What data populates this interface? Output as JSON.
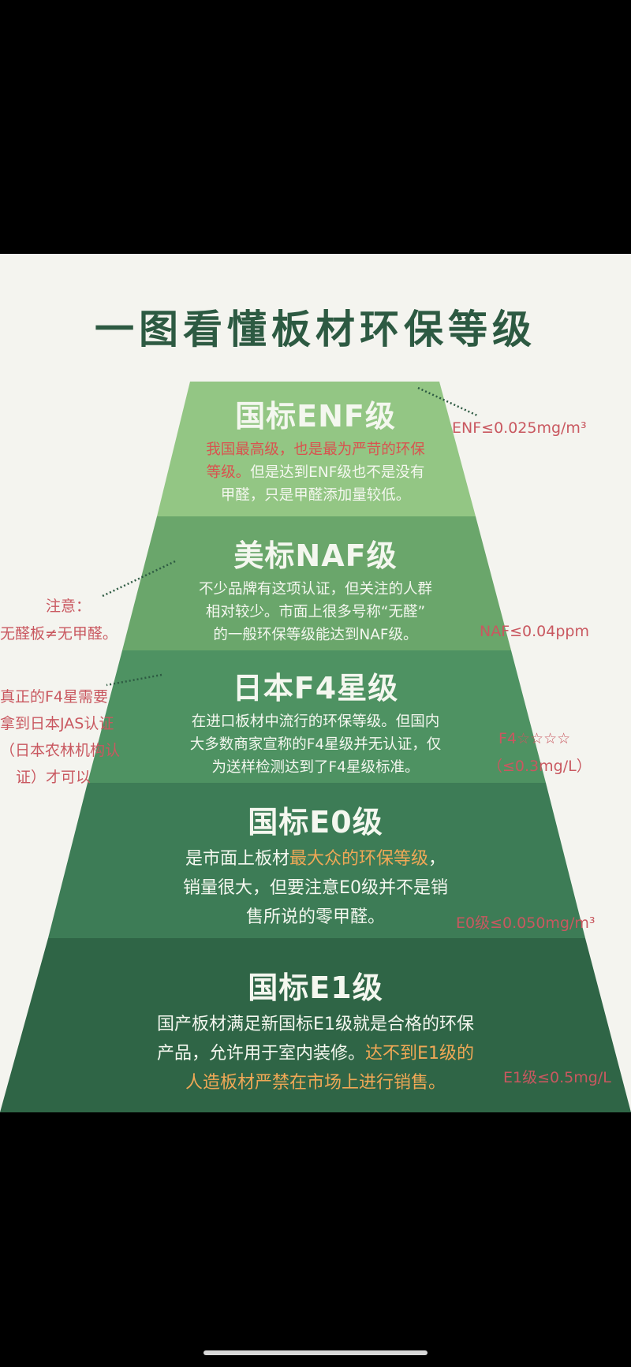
{
  "title": "一图看懂板材环保等级",
  "colors": {
    "enf": "#93c684",
    "naf": "#6aa66b",
    "f4": "#4e9262",
    "e0": "#3d7c56",
    "e1": "#2f6546",
    "accent_red": "#d9534f",
    "accent_orange": "#f0a856",
    "side_text": "#c95860"
  },
  "levels": [
    {
      "title": "国标ENF级",
      "lines": [
        [
          {
            "t": "我国最高级，也是最为严苛的环保",
            "c": "red"
          }
        ],
        [
          {
            "t": "等级。",
            "c": "red"
          },
          {
            "t": "但是达到ENF级也不是没有",
            "c": ""
          }
        ],
        [
          {
            "t": "甲醛，只是甲醛添加量较低。",
            "c": ""
          }
        ]
      ]
    },
    {
      "title": "美标NAF级",
      "lines": [
        [
          {
            "t": "不少品牌有这项认证，但关注的人群",
            "c": ""
          }
        ],
        [
          {
            "t": "相对较少。市面上很多号称“无醛”",
            "c": ""
          }
        ],
        [
          {
            "t": "的一般环保等级能达到NAF级。",
            "c": ""
          }
        ]
      ]
    },
    {
      "title": "日本F4星级",
      "lines": [
        [
          {
            "t": "在进口板材中流行的环保等级。但国内",
            "c": ""
          }
        ],
        [
          {
            "t": "大多数商家宣称的F4星级并无认证，仅",
            "c": ""
          }
        ],
        [
          {
            "t": "为送样检测达到了F4星级标准。",
            "c": ""
          }
        ]
      ]
    },
    {
      "title": "国标E0级",
      "lines": [
        [
          {
            "t": "是市面上板材",
            "c": ""
          },
          {
            "t": "最大众的环保等级",
            "c": "orange"
          },
          {
            "t": "，",
            "c": ""
          }
        ],
        [
          {
            "t": "销量很大，但要注意E0级并不是销",
            "c": ""
          }
        ],
        [
          {
            "t": "售所说的零甲醛。",
            "c": ""
          }
        ]
      ]
    },
    {
      "title": "国标E1级",
      "lines": [
        [
          {
            "t": "国产板材满足新国标E1级就是合格的环保",
            "c": ""
          }
        ],
        [
          {
            "t": "产品，允许用于室内装修。",
            "c": ""
          },
          {
            "t": "达不到E1级的",
            "c": "orange"
          }
        ],
        [
          {
            "t": "人造板材严禁在市场上进行销售。",
            "c": "orange"
          }
        ]
      ]
    }
  ],
  "side_notes": {
    "enf_limit": "ENF≤0.025mg/m³",
    "naf_limit": "NAF≤0.04ppm",
    "naf_note_1": "注意：",
    "naf_note_2": "无醛板≠无甲醛。",
    "f4_note": [
      "真正的F4星需要",
      "拿到日本JAS认证",
      "（日本农林机构认",
      "证）才可以"
    ],
    "f4_limit_1": "F4☆☆☆☆",
    "f4_limit_2": "（≤0.3mg/L）",
    "e0_limit": "E0级≤0.050mg/m³",
    "e1_limit": "E1级≤0.5mg/L"
  }
}
